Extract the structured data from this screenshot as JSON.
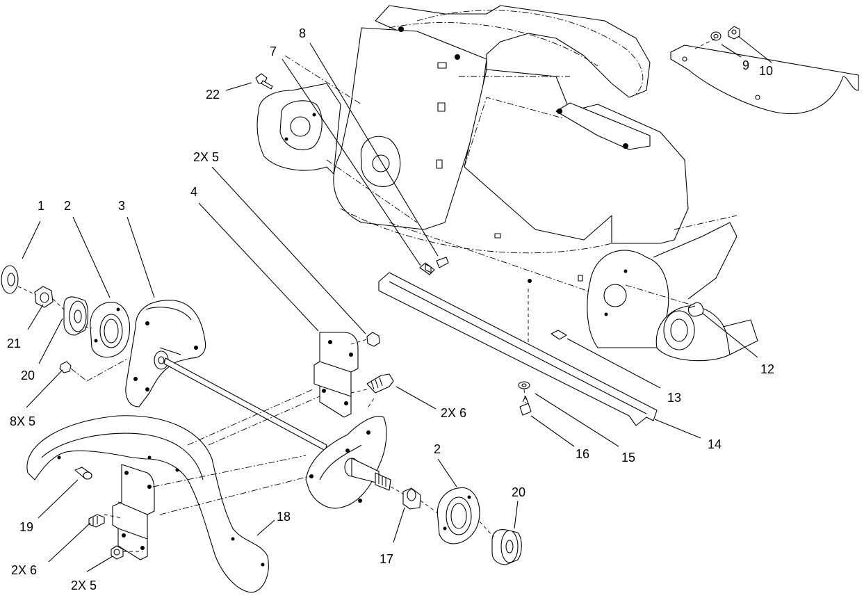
{
  "callouts": [
    {
      "id": "c1",
      "label": "1"
    },
    {
      "id": "c2a",
      "label": "2"
    },
    {
      "id": "c3",
      "label": "3"
    },
    {
      "id": "c4",
      "label": "4"
    },
    {
      "id": "c5a",
      "label": "2X 5"
    },
    {
      "id": "c7",
      "label": "7"
    },
    {
      "id": "c8",
      "label": "8"
    },
    {
      "id": "c9",
      "label": "9"
    },
    {
      "id": "c10",
      "label": "10"
    },
    {
      "id": "c22",
      "label": "22"
    },
    {
      "id": "c21",
      "label": "21"
    },
    {
      "id": "c20a",
      "label": "20"
    },
    {
      "id": "c8x5",
      "label": "8X 5"
    },
    {
      "id": "c6a",
      "label": "2X 6"
    },
    {
      "id": "c12",
      "label": "12"
    },
    {
      "id": "c13",
      "label": "13"
    },
    {
      "id": "c14",
      "label": "14"
    },
    {
      "id": "c15",
      "label": "15"
    },
    {
      "id": "c16",
      "label": "16"
    },
    {
      "id": "c2b",
      "label": "2"
    },
    {
      "id": "c20b",
      "label": "20"
    },
    {
      "id": "c17",
      "label": "17"
    },
    {
      "id": "c18",
      "label": "18"
    },
    {
      "id": "c19",
      "label": "19"
    },
    {
      "id": "c6b",
      "label": "2X 6"
    },
    {
      "id": "c5b",
      "label": "2X 5"
    }
  ]
}
